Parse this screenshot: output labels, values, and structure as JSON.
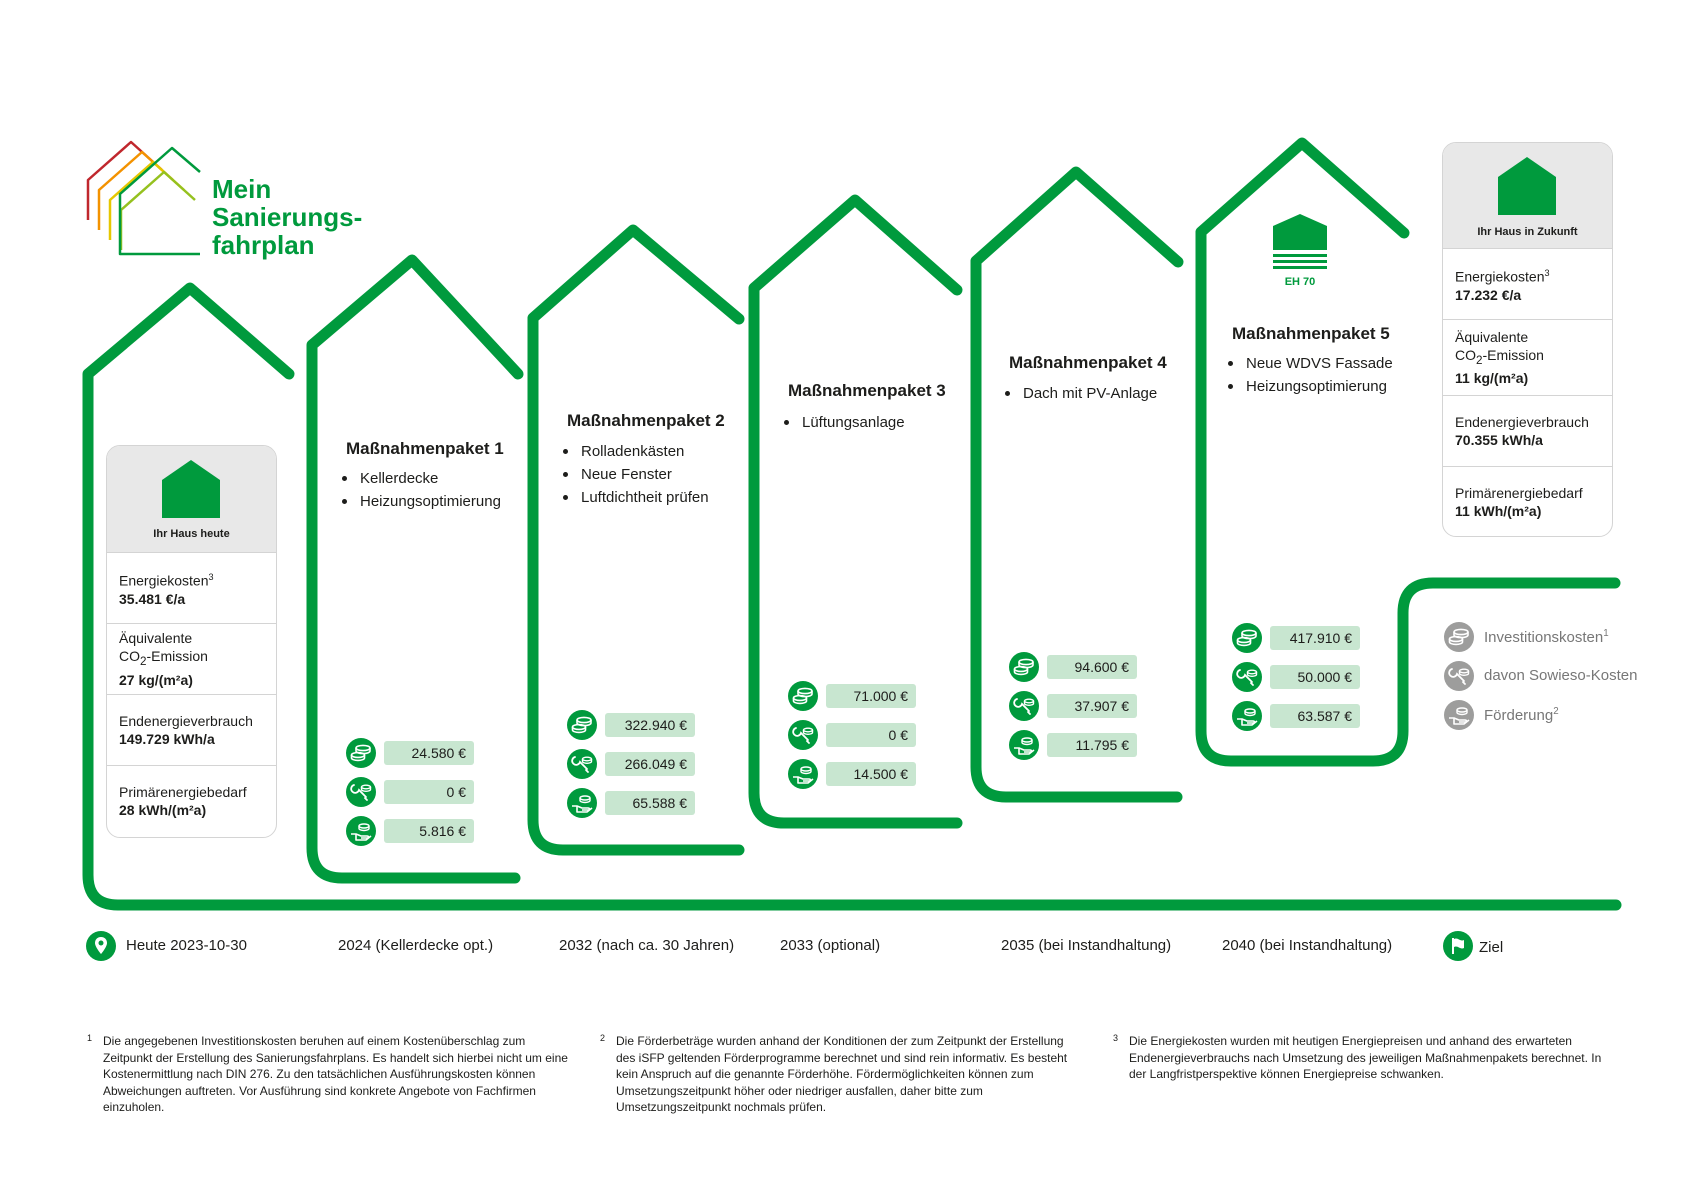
{
  "colors": {
    "green": "#009a3d",
    "light_green": "#c8e6d0",
    "grey": "#9d9d9c"
  },
  "logo": {
    "line1": "Mein",
    "line2": "Sanierungs-",
    "line3": "fahrplan"
  },
  "today_card": {
    "label": "Ihr Haus heute",
    "rows": [
      {
        "key": "Energiekosten",
        "sup": "3",
        "value": "35.481 €/a"
      },
      {
        "key": "Äquivalente",
        "key2_pre": "CO",
        "key2_sub": "2",
        "key2_post": "-Emission",
        "value": "27 kg/(m²a)"
      },
      {
        "key": "Endenergieverbrauch",
        "value": "149.729 kWh/a"
      },
      {
        "key": "Primärenergiebedarf",
        "value": "28 kWh/(m²a)"
      }
    ]
  },
  "future_card": {
    "label": "Ihr Haus in Zukunft",
    "rows": [
      {
        "key": "Energiekosten",
        "sup": "3",
        "value": "17.232 €/a"
      },
      {
        "key": "Äquivalente",
        "key2_pre": "CO",
        "key2_sub": "2",
        "key2_post": "-Emission",
        "value": "11 kg/(m²a)"
      },
      {
        "key": "Endenergieverbrauch",
        "value": "70.355 kWh/a"
      },
      {
        "key": "Primärenergiebedarf",
        "value": "11 kWh/(m²a)"
      }
    ]
  },
  "packages": [
    {
      "title": "Maßnahmenpaket 1",
      "items": [
        "Kellerdecke",
        "Heizungsoptimierung"
      ],
      "costs": [
        "24.580 €",
        "0 €",
        "5.816 €"
      ]
    },
    {
      "title": "Maßnahmenpaket 2",
      "items": [
        "Rolladenkästen",
        "Neue Fenster",
        "Luftdichtheit prüfen"
      ],
      "costs": [
        "322.940 €",
        "266.049 €",
        "65.588 €"
      ]
    },
    {
      "title": "Maßnahmenpaket 3",
      "items": [
        "Lüftungsanlage"
      ],
      "costs": [
        "71.000 €",
        "0 €",
        "14.500 €"
      ]
    },
    {
      "title": "Maßnahmenpaket 4",
      "items": [
        "Dach mit PV-Anlage"
      ],
      "costs": [
        "94.600 €",
        "37.907 €",
        "11.795 €"
      ]
    },
    {
      "title": "Maßnahmenpaket 5",
      "items": [
        "Neue WDVS Fassade",
        "Heizungsoptimierung"
      ],
      "costs": [
        "417.910 €",
        "50.000 €",
        "63.587 €"
      ],
      "badge": "EH 70"
    }
  ],
  "legend": [
    {
      "label": "Investitionskosten",
      "sup": "1",
      "icon": "coins-icon"
    },
    {
      "label": "davon Sowieso-Kosten",
      "sup": "",
      "icon": "wrench-coins-icon"
    },
    {
      "label": "Förderung",
      "sup": "2",
      "icon": "hand-coins-icon"
    }
  ],
  "timeline": {
    "start": "Heute 2023-10-30",
    "steps": [
      "2024 (Kellerdecke opt.)",
      "2032 (nach ca. 30 Jahren)",
      "2033 (optional)",
      "2035 (bei Instandhaltung)",
      "2040 (bei Instandhaltung)"
    ],
    "goal": "Ziel"
  },
  "footnotes": [
    {
      "num": "1",
      "text": "Die angegebenen Investitionskosten beruhen auf einem Kostenüberschlag zum Zeitpunkt der Erstellung des Sanierungsfahrplans. Es handelt sich hierbei nicht um eine Kostenermittlung nach DIN 276. Zu den tatsächlichen Ausführungskosten können Abweichungen auftreten. Vor Ausführung sind konkrete Angebote von Fachfirmen einzuholen."
    },
    {
      "num": "2",
      "text": "Die Förderbeträge wurden anhand der Konditionen der zum Zeitpunkt der Erstellung des iSFP geltenden Förderprogramme berechnet und sind rein informativ. Es besteht kein Anspruch auf die genannte Förderhöhe. Fördermöglichkeiten können zum Umsetzungszeitpunkt höher oder niedriger ausfallen, daher bitte zum Umsetzungszeitpunkt nochmals prüfen."
    },
    {
      "num": "3",
      "text": "Die Energiekosten wurden mit heutigen Energiepreisen und anhand des erwarteten Endenergieverbrauchs nach Umsetzung des jeweiligen Maßnahmenpakets berechnet. In der Langfristperspektive können Energiepreise schwanken."
    }
  ]
}
